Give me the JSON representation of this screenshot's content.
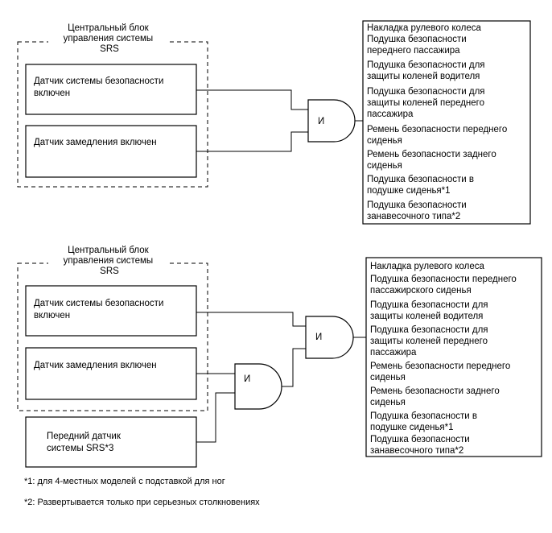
{
  "diagram1": {
    "ecu_title": [
      "Центральный блок",
      "управления системы",
      "SRS"
    ],
    "sensor_safety": [
      "Датчик системы безопасности",
      "включен"
    ],
    "sensor_decel": [
      "Датчик замедления включен"
    ],
    "and_gate": "И",
    "outputs": [
      "Накладка рулевого колеса",
      "Подушка безопасности",
      "переднего пассажира",
      "Подушка безопасности для",
      "защиты коленей водителя",
      "Подушка безопасности для",
      "защиты коленей переднего",
      "пассажира",
      "Ремень безопасности переднего",
      "сиденья",
      "Ремень безопасности заднего",
      "сиденья",
      "Подушка безопасности в",
      "подушке сиденья*1",
      "Подушка безопасности",
      "занавесочного типа*2"
    ]
  },
  "diagram2": {
    "ecu_title": [
      "Центральный блок",
      "управления системы",
      "SRS"
    ],
    "sensor_safety": [
      "Датчик системы безопасности",
      "включен"
    ],
    "sensor_decel": [
      "Датчик замедления включен"
    ],
    "front_sensor": [
      "Передний датчик",
      "системы SRS*3"
    ],
    "and_gate_inner": "И",
    "and_gate_outer": "И",
    "outputs": [
      "Накладка рулевого колеса",
      "Подушка безопасности переднего",
      "пассажирского сиденья",
      "Подушка безопасности для",
      "защиты коленей водителя",
      "Подушка безопасности для",
      "защиты коленей переднего",
      "пассажира",
      "Ремень безопасности переднего",
      "сиденья",
      "Ремень безопасности заднего",
      "сиденья",
      "Подушка безопасности в",
      "подушке сиденья*1",
      "Подушка безопасности",
      "занавесочного типа*2"
    ]
  },
  "footnotes": [
    "*1: для 4-местных моделей с подставкой для ног",
    "*2: Развертывается только при серьезных столкновениях"
  ]
}
